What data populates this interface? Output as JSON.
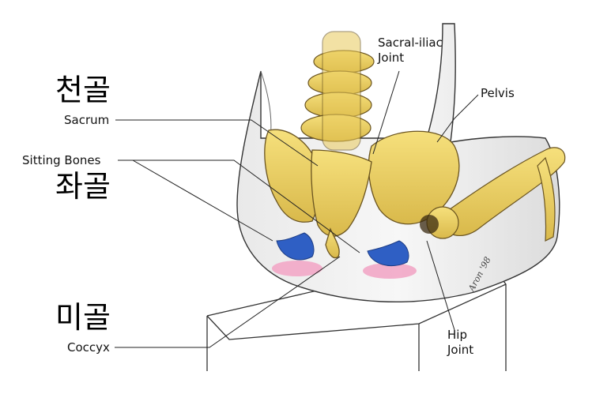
{
  "korean_labels": {
    "sacrum": "천골",
    "sitting_bones": "좌골",
    "coccyx": "미골"
  },
  "labels": {
    "sacrum": "Sacrum",
    "sitting_bones": "Sitting Bones",
    "coccyx": "Coccyx",
    "sacral_iliac_line1": "Sacral-iliac",
    "sacral_iliac_line2": "Joint",
    "pelvis": "Pelvis",
    "hip_line1": "Hip",
    "hip_line2": "Joint"
  },
  "signature": "Aron '98",
  "colors": {
    "bone": "#f0d66a",
    "bone_shade": "#c9a73e",
    "sitting_contact": "#2f5fc4",
    "pressure_pink": "#f2a7c6",
    "outline": "#2a2a2a",
    "skin": "#f3f3f3"
  }
}
